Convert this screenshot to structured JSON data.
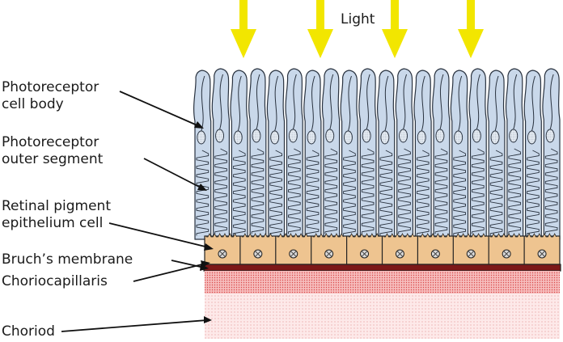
{
  "light": {
    "label": "Light"
  },
  "labels": {
    "cell_body": [
      "Photoreceptor",
      "cell body"
    ],
    "outer_segment": [
      "Photoreceptor",
      "outer segment"
    ],
    "rpe": [
      "Retinal pigment",
      "epithelium cell"
    ],
    "bruchs": "Bruch’s membrane",
    "choriocapillaris": "Choriocapillaris",
    "choriod": "Choriod"
  },
  "colors": {
    "photoreceptor_fill": "#c9d8ea",
    "rpe_fill": "#eec490",
    "bruchs_fill": "#9b2020",
    "choriocapillaris_fill": "#f3a9a9",
    "choroid_fill": "#fbe3e3",
    "light_arrow": "#f2e600"
  },
  "counts": {
    "photoreceptors": 20,
    "rpe_cells": 10,
    "light_arrows": 4
  }
}
